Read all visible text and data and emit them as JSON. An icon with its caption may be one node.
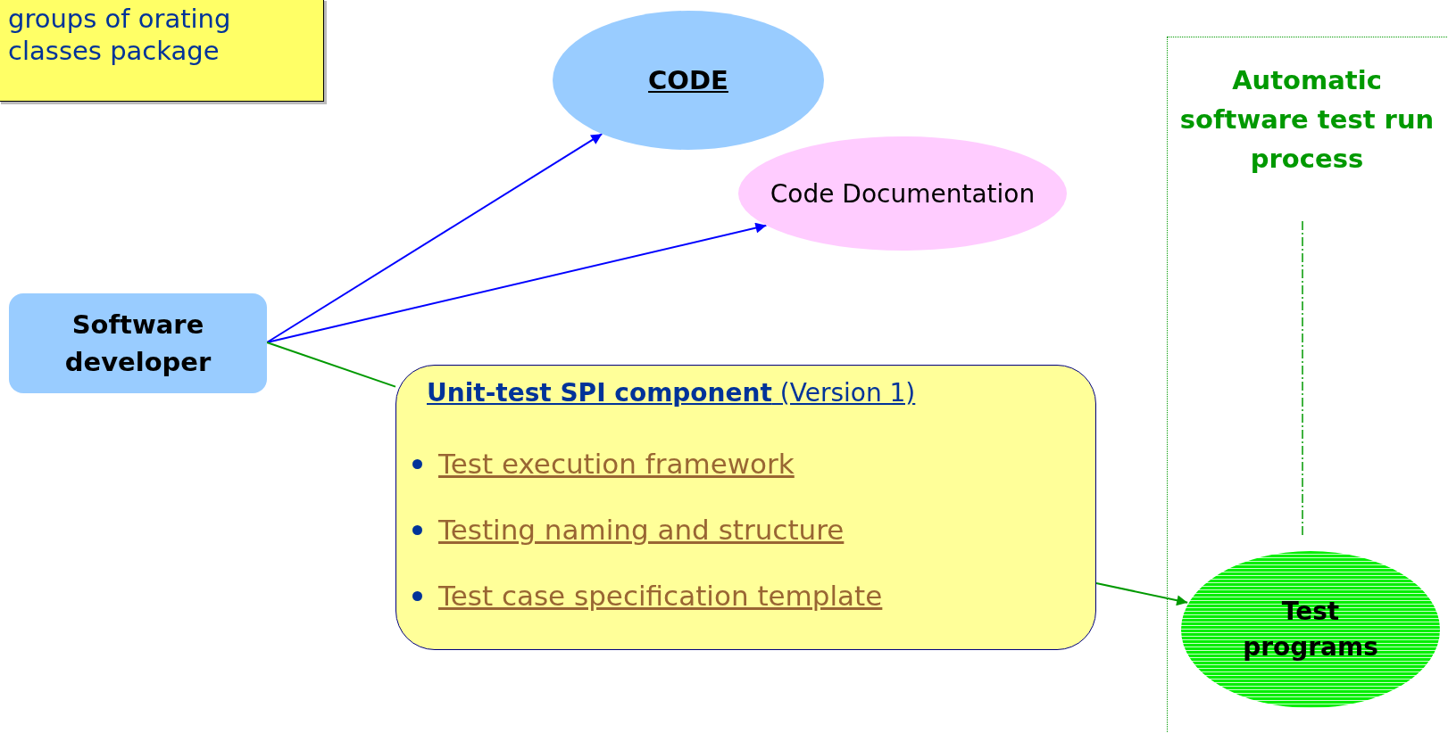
{
  "diagram": {
    "nodes": [
      {
        "text": [
          "groups of orating classes package"
        ]
      },
      {
        "text": [
          "CODE"
        ]
      },
      {
        "text": [
          "Code Documentation"
        ]
      },
      {
        "text": [
          "Software developer"
        ]
      },
      {
        "text": [
          "**Unit-test SPI component** (Version 1)",
          "Test execution framework",
          "Testing naming and structure",
          "Test case specification template"
        ]
      },
      {
        "text": [
          "Automatic software test run process"
        ]
      },
      {
        "text": [
          "Test programs"
        ],
        "in": 5
      }
    ],
    "edges": [
      {
        "from": 3,
        "to": 1,
        "arrow": "to",
        "color": "#0000ff"
      },
      {
        "from": 3,
        "to": 2,
        "arrow": "to",
        "color": "#0000ff"
      },
      {
        "from": 3,
        "to": 4,
        "arrow": "none",
        "color": "#009900"
      },
      {
        "from": 4,
        "to": 6,
        "arrow": "to",
        "color": "#009900"
      }
    ]
  }
}
